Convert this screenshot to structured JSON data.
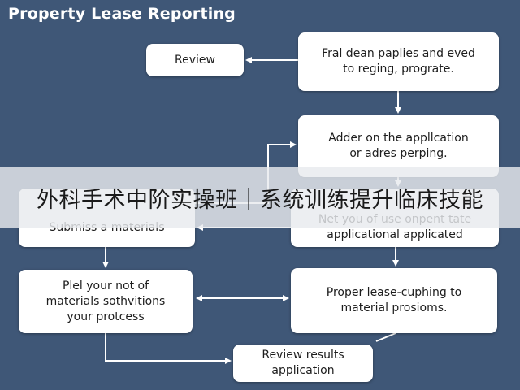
{
  "title": "Property Lease Reporting",
  "boxes": {
    "review": "Review",
    "fral": "Fral dean paplies and eved\nto reging, prograte.",
    "adder": "Adder on the appllcation\nor adres perping.",
    "submit": "Submiss a materials",
    "net": "Net you of use onpent tate\napplicational applicated",
    "plel": "Plel your not of\nmaterials sothvitions\nyour protcess",
    "proper": "Proper lease-cuphing to\nmaterial prosioms.",
    "results": "Review results\napplication"
  },
  "overlay": {
    "banner_text": "外科手术中阶实操班｜系统训练提升临床技能"
  },
  "colors": {
    "background": "#3f5777",
    "box": "#ffffff",
    "arrow": "#ffffff",
    "banner": "#e8eaee"
  }
}
